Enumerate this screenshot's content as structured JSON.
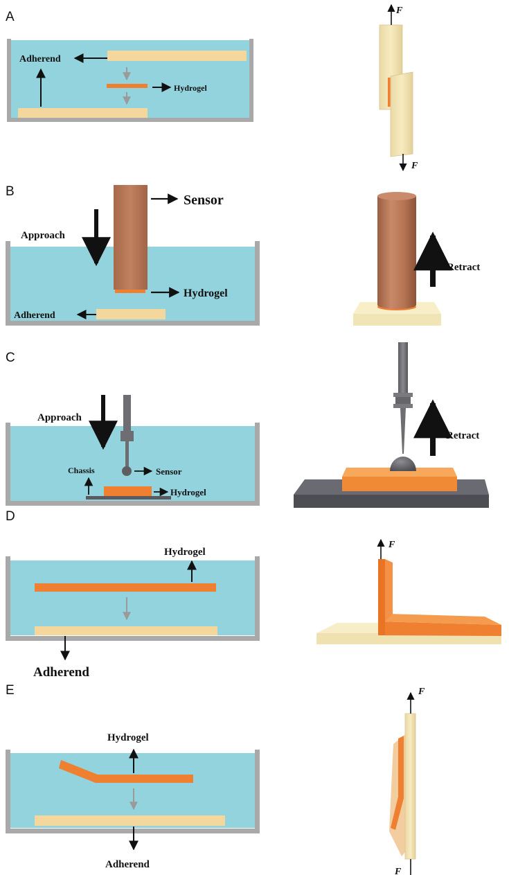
{
  "panels": {
    "a": {
      "letter": "A",
      "adherend": "Adherend",
      "hydrogel": "Hydrogel",
      "force_top": "F",
      "force_bottom": "F"
    },
    "b": {
      "letter": "B",
      "sensor": "Sensor",
      "approach": "Approach",
      "hydrogel": "Hydrogel",
      "adherend": "Adherend",
      "retract": "Retract"
    },
    "c": {
      "letter": "C",
      "approach": "Approach",
      "chassis": "Chassis",
      "sensor": "Sensor",
      "hydrogel": "Hydrogel",
      "retract": "Retract"
    },
    "d": {
      "letter": "D",
      "hydrogel": "Hydrogel",
      "adherend": "Adherend",
      "force": "F"
    },
    "e": {
      "letter": "E",
      "hydrogel": "Hydrogel",
      "adherend": "Adherend",
      "force_top": "F",
      "force_bottom": "F"
    }
  },
  "colors": {
    "water": "#93d3dd",
    "tank": "#a9a9a9",
    "adherend": "#f3d79d",
    "hydrogel": "#ef7f31",
    "sensor_b": "#b67653",
    "probe": "#6e6e72",
    "chassis": "#5a5a60",
    "arrow_gray": "#9a9a9a"
  }
}
